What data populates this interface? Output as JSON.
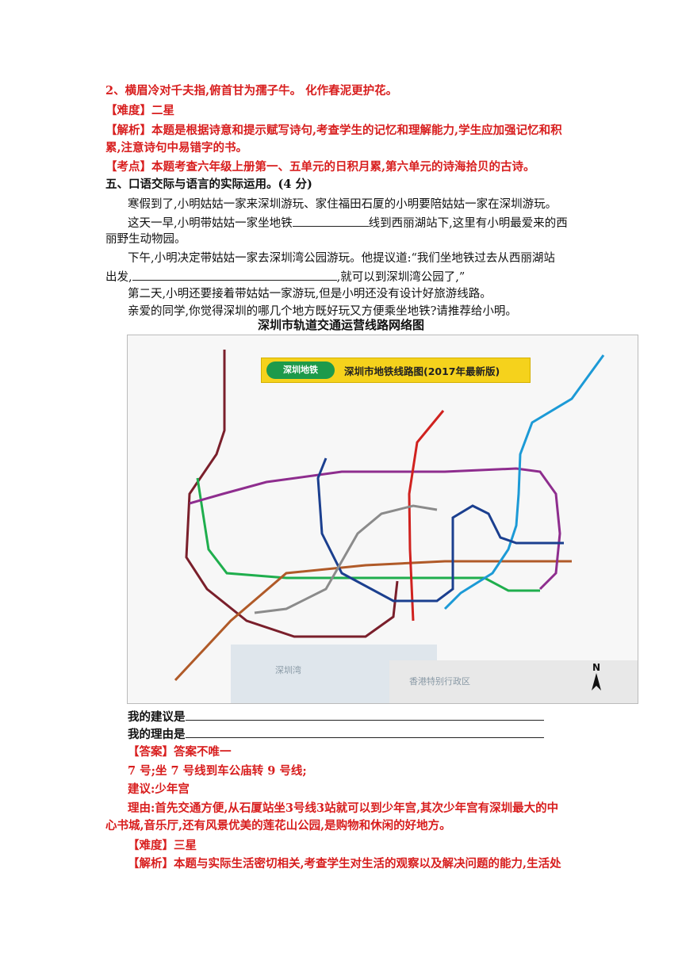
{
  "poem_line": "2、横眉冷对千夫指,俯首甘为孺子牛。 化作春泥更护花。",
  "q2": {
    "difficulty_label": "【难度】二星",
    "analysis_1": "【解析】本题是根据诗意和提示赋写诗句,考查学生的记忆和理解能力,学生应加强记忆和积",
    "analysis_2": "累,注意诗句中易错字的书。",
    "kaodian": "【考点】本题考查六年级上册第一、五单元的日积月累,第六单元的诗海拾贝的古诗。"
  },
  "section5": {
    "heading": "五、口语交际与语言的实际运用。(4 分)",
    "p1": "寒假到了,小明姑姑一家来深圳游玩、家住福田石厦的小明要陪姑姑一家在深圳游玩。",
    "p2a": "这天一早,小明带姑姑一家坐地铁",
    "p2b": "线到西丽湖站下,这里有小明最爱来的西",
    "p2c": "丽野生动物园。",
    "p3a": "下午,小明决定带姑姑一家去深圳湾公园游玩。他提议道:“我们坐地铁过去从西丽湖站",
    "p3b": "出发,",
    "p3c": ",就可以到深圳湾公园了,”",
    "p4": "第二天,小明还要接着带姑姑一家游玩,但是小明还没有设计好旅游线路。",
    "p5": "亲爱的同学,你觉得深圳的哪几个地方既好玩又方便乘坐地铁?请推荐给小明。"
  },
  "map": {
    "title": "深圳市轨道交通运营线路网络图",
    "banner_logo": "深圳地铁",
    "banner_text": "深圳市地铁线路图(2017年最新版)",
    "bay_label": "深圳湾",
    "hk_label": "香港特别行政区",
    "north": "N",
    "line_colors": {
      "line1": "#1fae4d",
      "line2": "#b05a28",
      "line3": "#1c9ad6",
      "line4": "#d0221f",
      "line5": "#8e2d8e",
      "line7": "#1b3f8f",
      "line9": "#8b8b8b",
      "line11": "#7a1f2b"
    }
  },
  "answer_lines": {
    "suggest_label": "我的建议是",
    "reason_label": "我的理由是"
  },
  "answer": {
    "header": "【答案】答案不唯一",
    "line1": "7 号;坐 7 号线到车公庙转 9 号线;",
    "line2": "建议:少年宫",
    "line3": "理由:首先交通方便,从石厦站坐3号线3站就可以到少年宫,其次少年宫有深圳最大的中",
    "line4": "心书城,音乐厅,还有风景优美的莲花山公园,是购物和休闲的好地方。",
    "difficulty": "【难度】三星",
    "analysis": "【解析】本题与实际生活密切相关,考查学生对生活的观察以及解决问题的能力,生活处"
  }
}
